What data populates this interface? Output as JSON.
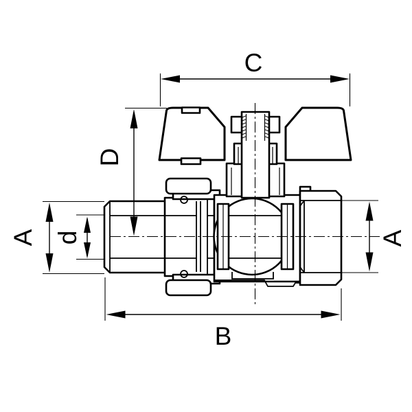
{
  "drawing": {
    "background_color": "#ffffff",
    "line_color": "#000000",
    "dimension_labels": {
      "top_width": "C",
      "handle_height": "D",
      "left_diameter": "A",
      "bore_diameter": "d",
      "right_diameter": "A",
      "overall_length": "B"
    }
  }
}
